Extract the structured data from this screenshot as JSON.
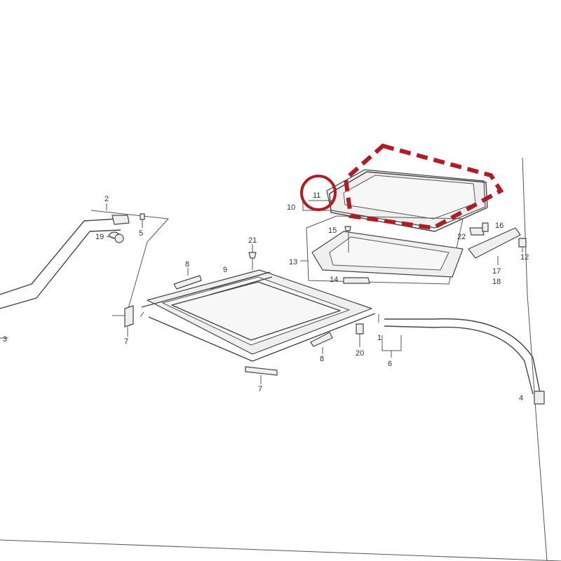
{
  "callouts": {
    "c1": "1",
    "c2": "2",
    "c3": "3",
    "c4": "4",
    "c5": "5",
    "c6": "6",
    "c7a": "7",
    "c7b": "7",
    "c8a": "8",
    "c8b": "8",
    "c9": "9",
    "c10": "10",
    "c11": "11",
    "c12": "12",
    "c13": "13",
    "c14": "14",
    "c15": "15",
    "c16": "16",
    "c17": "17",
    "c18": "18",
    "c19": "19",
    "c20": "20",
    "c21": "21",
    "c22": "22"
  },
  "highlight": {
    "color": "#b01c24",
    "target_part": "11"
  }
}
